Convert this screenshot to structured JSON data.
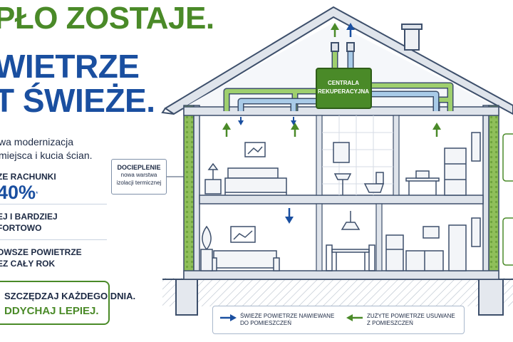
{
  "headline": {
    "line1": "PŁO ZOSTAJE.",
    "line2": "WIETRZE",
    "line3": "T ŚWIEŻE."
  },
  "intro": {
    "line1": "wa modernizacja",
    "line2": "miejsca i kucia ścian."
  },
  "features": [
    {
      "line1": "ZE RACHUNKI",
      "big": "40%",
      "mark": "*"
    },
    {
      "line1": "EJ I BARDZIEJ",
      "line2": "FORTOWO"
    },
    {
      "line1": "OWSZE POWIETRZE",
      "line2": "EZ CAŁY ROK"
    }
  ],
  "cta": {
    "line1": "SZCZĘDZAJ KAŻDEGO DNIA.",
    "line2": "DDYCHAJ LEPIEJ."
  },
  "unit": {
    "line1": "CENTRALA",
    "line2": "REKUPERACYJNA"
  },
  "insulation": {
    "title": "DOCIEPLENIE",
    "line1": "nowa warstwa",
    "line2": "izolacji termicznej"
  },
  "legend": {
    "fresh_line1": "ŚWIEŻE POWIETRZE NAWIEWANE",
    "fresh_line2": "DO POMIESZCZEŃ",
    "exhaust_line1": "ZUŻYTE POWIETRZE USUWANE",
    "exhaust_line2": "Z POMIESZCZEŃ"
  },
  "colors": {
    "blue": "#1a4fa0",
    "green": "#4a8a28",
    "fresh_duct": "#a9cbe8",
    "exhaust_duct": "#9fcf6e",
    "outline": "#3d4f6b"
  },
  "icons": [
    "fresh-air-arrow-icon",
    "exhaust-air-arrow-icon"
  ]
}
